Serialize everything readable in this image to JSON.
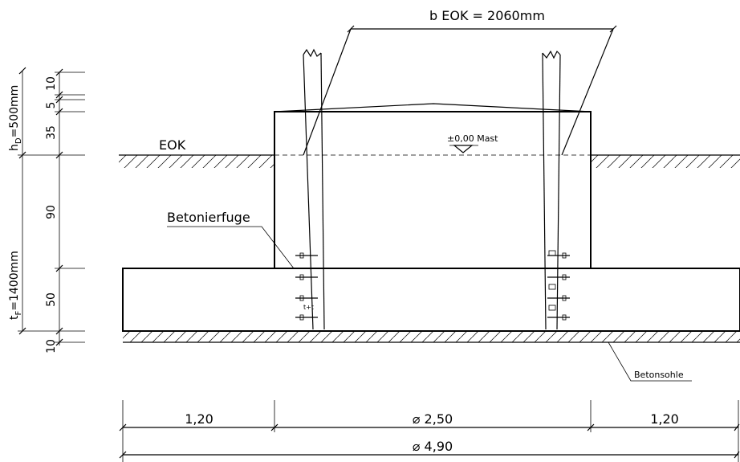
{
  "labels": {
    "b_eok": "b  EOK  =  2060mm",
    "eok": "EOK",
    "level_mark": "±0,00  Mast",
    "betonierfuge": "Betonierfuge",
    "betonsohle": "Betonsohle"
  },
  "vertical_dims": {
    "hd": "h",
    "hd_sub": "D",
    "hd_value": "=500mm",
    "tf": "t",
    "tf_sub": "F",
    "tf_value": "=1400mm",
    "d10_top": "10",
    "d5": "5",
    "d35": "35",
    "d90": "90",
    "d50": "50",
    "d10_bottom": "10"
  },
  "horizontal_dims": {
    "left": "1,20",
    "middle": "⌀ 2,50",
    "right": "1,20",
    "total": "⌀ 4,90"
  }
}
